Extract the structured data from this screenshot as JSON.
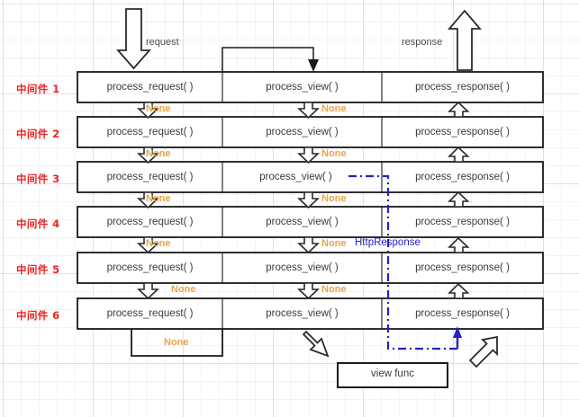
{
  "diagram": {
    "title": "Django middleware request/response flow",
    "colors": {
      "middleware_label": "#ee2222",
      "none_label": "#e8a44c",
      "http_response_label": "#2222cc",
      "box_stroke": "#1a1a1a",
      "box_fill": "#ffffff",
      "grid": "#e8e8e8"
    },
    "flow_labels": {
      "request": "request",
      "response": "response",
      "http_response": "HttpResponse"
    },
    "columns": [
      {
        "key": "process_request",
        "label": "process_request( )"
      },
      {
        "key": "process_view",
        "label": "process_view( )"
      },
      {
        "key": "process_response",
        "label": "process_response( )"
      }
    ],
    "rows": [
      {
        "label": "中间件 1",
        "process_request": "process_request( )",
        "process_view": "process_view( )",
        "process_response": "process_response( )"
      },
      {
        "label": "中间件 2",
        "process_request": "process_request( )",
        "process_view": "process_view( )",
        "process_response": "process_response( )"
      },
      {
        "label": "中间件 3",
        "process_request": "process_request( )",
        "process_view": "process_view( )",
        "process_response": "process_response( )"
      },
      {
        "label": "中间件 4",
        "process_request": "process_request( )",
        "process_view": "process_view( )",
        "process_response": "process_response( )"
      },
      {
        "label": "中间件 5",
        "process_request": "process_request( )",
        "process_view": "process_view( )",
        "process_response": "process_response( )"
      },
      {
        "label": "中间件 6",
        "process_request": "process_request( )",
        "process_view": "process_view( )",
        "process_response": "process_response( )"
      }
    ],
    "none_labels": {
      "request_col": [
        "None",
        "None",
        "None",
        "None",
        "None"
      ],
      "view_col": [
        "None",
        "None",
        "None",
        "None",
        "None"
      ],
      "bottom_branch": "None"
    },
    "view_func": {
      "label": "view func"
    }
  }
}
